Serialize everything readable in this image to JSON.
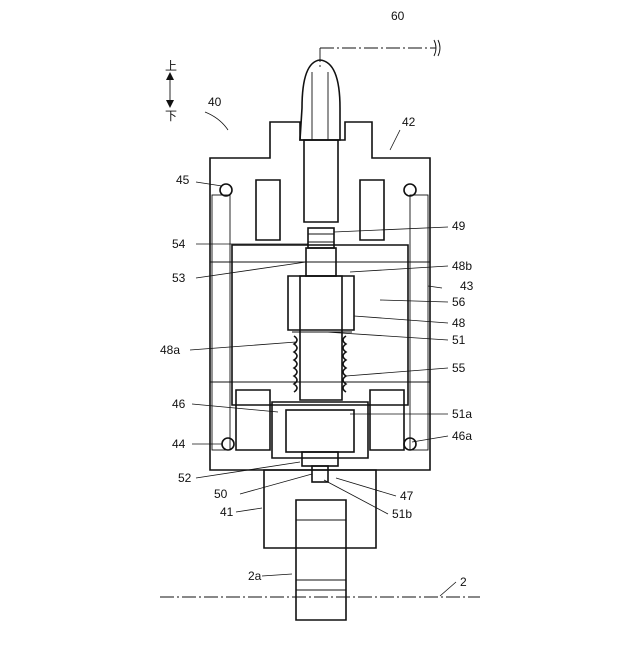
{
  "direction_labels": {
    "up": "上",
    "down": "下"
  },
  "reference_labels": [
    "60",
    "40",
    "42",
    "45",
    "49",
    "54",
    "48b",
    "43",
    "53",
    "56",
    "48",
    "51",
    "48a",
    "55",
    "46",
    "51a",
    "44",
    "46a",
    "52",
    "47",
    "50",
    "51b",
    "41",
    "2a",
    "2"
  ]
}
